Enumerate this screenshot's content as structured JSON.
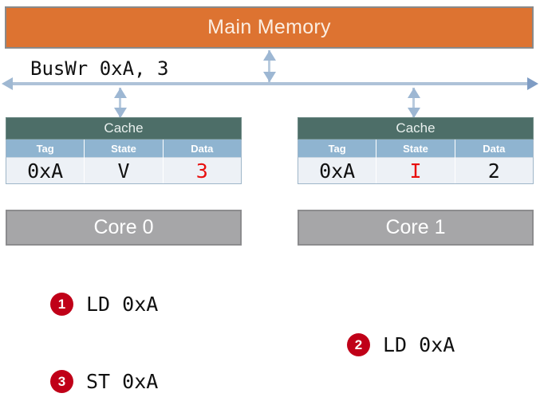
{
  "diagram": {
    "main_memory": {
      "label": "Main Memory",
      "color": "#DD7331"
    },
    "bus": {
      "label": "BusWr 0xA, 3",
      "color": "#AEC2D8"
    },
    "caches": [
      {
        "title": "Cache",
        "columns": [
          "Tag",
          "State",
          "Data"
        ],
        "row": [
          {
            "value": "0xA",
            "color": "#111111"
          },
          {
            "value": "V",
            "color": "#111111"
          },
          {
            "value": "3",
            "color": "#E8100F"
          }
        ],
        "core": "Core 0"
      },
      {
        "title": "Cache",
        "columns": [
          "Tag",
          "State",
          "Data"
        ],
        "row": [
          {
            "value": "0xA",
            "color": "#111111"
          },
          {
            "value": "I",
            "color": "#E8100F"
          },
          {
            "value": "2",
            "color": "#111111"
          }
        ],
        "core": "Core 1"
      }
    ],
    "steps": [
      {
        "number": "1",
        "text": "LD 0xA"
      },
      {
        "number": "2",
        "text": "LD 0xA"
      },
      {
        "number": "3",
        "text": "ST 0xA"
      }
    ],
    "accent_colors": {
      "memory_orange": "#DD7331",
      "cache_green": "#4D6E68",
      "header_blue": "#8FB4D0",
      "core_gray": "#A6A6A8",
      "badge_red": "#C00018",
      "highlight_red": "#E8100F"
    }
  }
}
